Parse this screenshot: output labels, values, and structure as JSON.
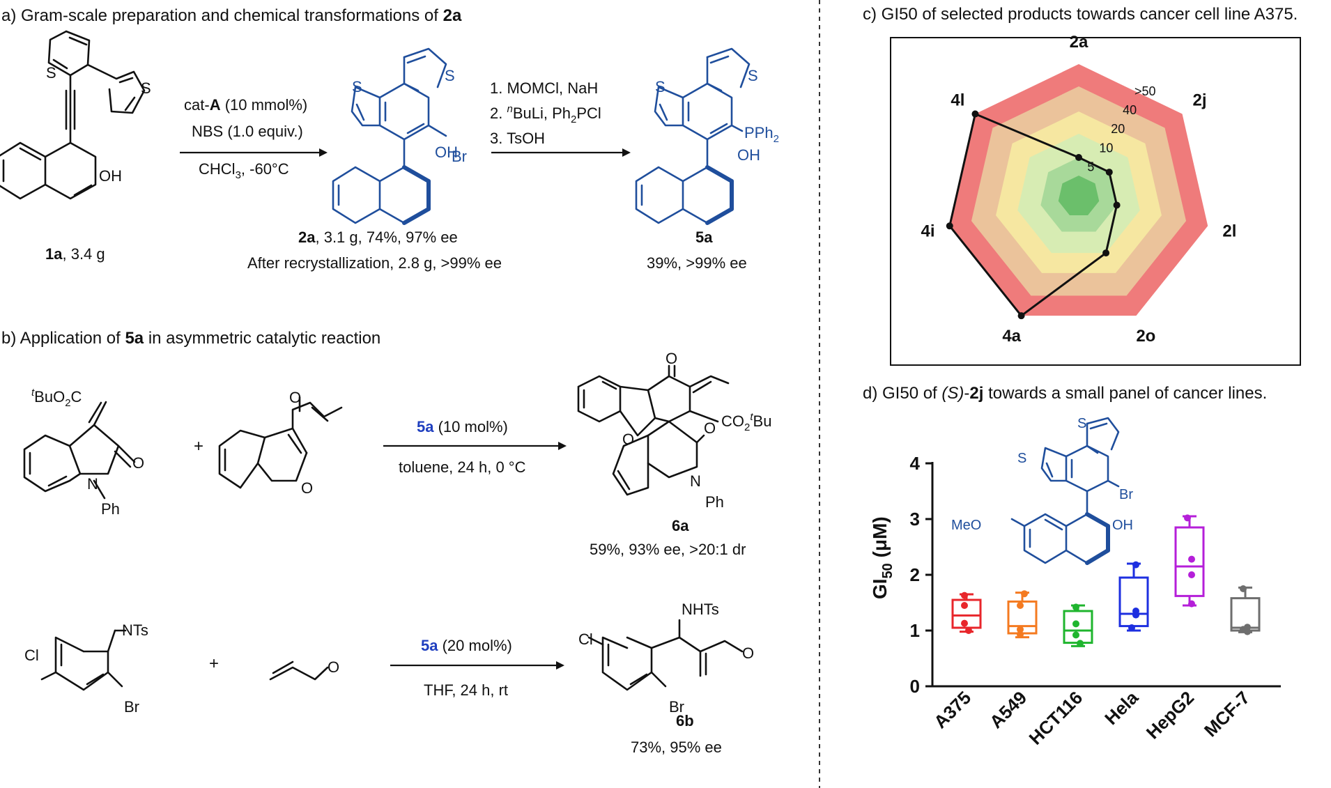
{
  "panel_a": {
    "title_prefix": "a) Gram-scale preparation and chemical transformations of ",
    "title_bold": "2a",
    "sm_label_bold": "1a",
    "sm_label_rest": ", 3.4 g",
    "sm_oh": "OH",
    "sm_s1": "S",
    "sm_s2": "S",
    "cond1_line1_prefix": "cat-",
    "cond1_line1_bold": "A",
    "cond1_line1_rest": " (10 mmol%)",
    "cond1_line2": "NBS (1.0 equiv.)",
    "cond1_line3": "CHCl",
    "cond1_line3_sub": "3",
    "cond1_line3_rest": ", -60°C",
    "p2a_s1": "S",
    "p2a_s2": "S",
    "p2a_br": "Br",
    "p2a_oh": "OH",
    "p2a_label_bold": "2a",
    "p2a_label_rest": ", 3.1 g, 74%, 97% ee",
    "p2a_label2": "After recrystallization, 2.8 g, >99% ee",
    "cond2_line1": "1. MOMCl, NaH",
    "cond2_line2_prefix": "2. ",
    "cond2_line2_sup": "n",
    "cond2_line2_rest": "BuLi, Ph",
    "cond2_line2_sub": "2",
    "cond2_line2_end": "PCl",
    "cond2_line3": "3. TsOH",
    "p5a_s1": "S",
    "p5a_s2": "S",
    "p5a_pph": "PPh",
    "p5a_pph_sub": "2",
    "p5a_oh": "OH",
    "p5a_label": "5a",
    "p5a_yield": "39%, >99% ee"
  },
  "panel_b": {
    "title_prefix": "b) Application of ",
    "title_bold": "5a",
    "title_rest": " in asymmetric catalytic reaction",
    "r1_sup": "t",
    "r1_group": "BuO",
    "r1_group_sub": "2",
    "r1_group_end": "C",
    "r1_o": "O",
    "r1_n": "N",
    "r1_ph": "Ph",
    "plus1": "+",
    "r2_o": "O",
    "r2_ofuran": "O",
    "rx1_cat_bold": "5a",
    "rx1_cat_rest": " (10 mol%)",
    "rx1_cond": "toluene, 24 h, 0 °C",
    "p6a_o1": "O",
    "p6a_o2": "O",
    "p6a_o3": "O",
    "p6a_co2": "CO",
    "p6a_co2_sub": "2",
    "p6a_sup": "t",
    "p6a_bu": "Bu",
    "p6a_n": "N",
    "p6a_ph": "Ph",
    "p6a_label": "6a",
    "p6a_yield": "59%, 93% ee,  >20:1 dr",
    "r3_nts": "NTs",
    "r3_cl": "Cl",
    "r3_br": "Br",
    "plus2": "+",
    "r4_o": "O",
    "rx2_cat_bold": "5a",
    "rx2_cat_rest": " (20 mol%)",
    "rx2_cond": "THF, 24 h, rt",
    "p6b_nhts": "NHTs",
    "p6b_cl": "Cl",
    "p6b_br": "Br",
    "p6b_o": "O",
    "p6b_label": "6b",
    "p6b_yield": "73%, 95% ee"
  },
  "panel_c": {
    "title": "c) GI50 of selected products towards cancer cell line A375.",
    "axes": [
      "2a",
      "2j",
      "2l",
      "2o",
      "4a",
      "4i",
      "4l"
    ],
    "ring_labels": [
      ">50",
      "40",
      "20",
      "10",
      "5"
    ],
    "ring_colors": [
      "#ef7b7b",
      "#ebc39b",
      "#f6e7a1",
      "#d7ecb3",
      "#a8d99a",
      "#6bbf6b"
    ]
  },
  "panel_d": {
    "title_prefix": "d) GI50 of ",
    "title_italic": "(S)",
    "title_dash": "-",
    "title_bold": "2j",
    "title_rest": " towards a small panel of cancer lines.",
    "mol_s1": "S",
    "mol_s2": "S",
    "mol_br": "Br",
    "mol_meo": "MeO",
    "mol_oh": "OH"
  },
  "chart_data": [
    {
      "type": "radar",
      "title": "c) GI50 of selected products towards cancer cell line A375.",
      "axes": [
        "2a",
        "2j",
        "2l",
        "2o",
        "4a",
        "4i",
        "4l"
      ],
      "ring_levels": [
        5,
        10,
        20,
        40,
        ">50"
      ],
      "series": [
        {
          "values": [
            5,
            5,
            5,
            10,
            50,
            50,
            50
          ]
        }
      ]
    },
    {
      "type": "box",
      "title": "d) GI50 of (S)-2j towards a small panel of cancer lines.",
      "ylabel": "GI",
      "ylabel_sub": "50",
      "ylabel_unit": " (μM)",
      "ylim": [
        0,
        4
      ],
      "yticks": [
        "0",
        "1",
        "2",
        "3",
        "4"
      ],
      "categories": [
        "A375",
        "A549",
        "HCT116",
        "Hela",
        "HepG2",
        "MCF-7"
      ],
      "colors": [
        "#e8262b",
        "#f47a20",
        "#1fb52e",
        "#1d2fe0",
        "#b51fd9",
        "#6e6e6e"
      ],
      "boxes": [
        {
          "min": 0.98,
          "q1": 1.05,
          "median": 1.27,
          "q3": 1.55,
          "max": 1.65,
          "points": [
            1.0,
            1.13,
            1.45,
            1.63
          ]
        },
        {
          "min": 0.88,
          "q1": 0.95,
          "median": 1.08,
          "q3": 1.52,
          "max": 1.68,
          "points": [
            0.93,
            1.02,
            1.45,
            1.66
          ]
        },
        {
          "min": 0.72,
          "q1": 0.78,
          "median": 1.0,
          "q3": 1.35,
          "max": 1.45,
          "points": [
            0.77,
            0.92,
            1.12,
            1.42
          ]
        },
        {
          "min": 1.0,
          "q1": 1.08,
          "median": 1.3,
          "q3": 1.95,
          "max": 2.2,
          "points": [
            1.05,
            1.28,
            1.35,
            2.18
          ]
        },
        {
          "min": 1.45,
          "q1": 1.62,
          "median": 2.15,
          "q3": 2.85,
          "max": 3.05,
          "points": [
            1.48,
            2.0,
            2.28,
            3.02
          ]
        },
        {
          "min": 0.97,
          "q1": 1.0,
          "median": 1.05,
          "q3": 1.58,
          "max": 1.77,
          "points": [
            0.98,
            1.02,
            1.06,
            1.75
          ]
        }
      ]
    }
  ]
}
